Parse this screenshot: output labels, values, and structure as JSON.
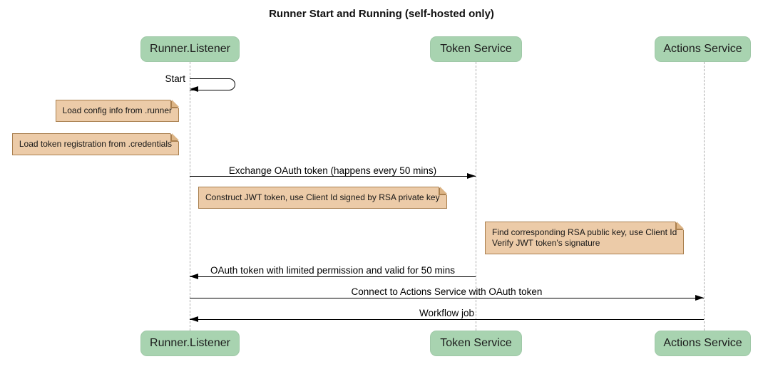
{
  "title": "Runner Start and Running (self-hosted only)",
  "participants": [
    {
      "label": "Runner.Listener"
    },
    {
      "label": "Token Service"
    },
    {
      "label": "Actions Service"
    }
  ],
  "messages": [
    {
      "label": "Start",
      "from": "Runner.Listener",
      "to": "Runner.Listener",
      "type": "self"
    },
    {
      "label": "Exchange OAuth token (happens every 50 mins)",
      "from": "Runner.Listener",
      "to": "Token Service",
      "type": "solid-arrow"
    },
    {
      "label": "OAuth token with limited permission and valid for 50 mins",
      "from": "Token Service",
      "to": "Runner.Listener",
      "type": "solid-arrow"
    },
    {
      "label": "Connect to Actions Service with OAuth token",
      "from": "Runner.Listener",
      "to": "Actions Service",
      "type": "solid-arrow"
    },
    {
      "label": "Workflow job",
      "from": "Actions Service",
      "to": "Runner.Listener",
      "type": "solid-arrow"
    }
  ],
  "notes": [
    {
      "text": "Load config info from .runner",
      "position": "left of Runner.Listener"
    },
    {
      "text": "Load token registration from .credentials",
      "position": "left of Runner.Listener"
    },
    {
      "text": "Construct JWT token, use Client Id signed by RSA private key",
      "position": "right of Runner.Listener"
    },
    {
      "text": "Find corresponding RSA public key, use Client Id\nVerify JWT token's signature",
      "position": "right of Token Service"
    }
  ],
  "colors": {
    "background": "#ffffff",
    "participant_fill": "#a8d3b0",
    "note_fill": "#eccba8",
    "note_border": "#a97f4e",
    "lifeline": "#adadad",
    "arrow": "#000000"
  }
}
